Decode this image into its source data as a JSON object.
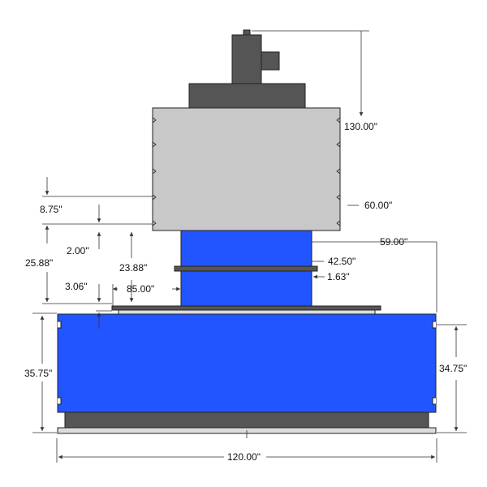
{
  "colors": {
    "background": "#ffffff",
    "blue": "#2255ff",
    "dark_gray": "#555555",
    "mid_gray": "#777777",
    "light_gray": "#c8c8c8",
    "pale_gray": "#dcdcdc",
    "dimension_line": "#333333",
    "text": "#111111"
  },
  "dimensions": {
    "overall_height": "130.00\"",
    "upper_box_height": "60.00\"",
    "left_offset_top": "8.75\"",
    "left_step": "2.00\"",
    "left_column_height": "25.88\"",
    "inner_column_height": "23.88\"",
    "plate_thickness": "3.06\"",
    "base_top_width": "85.00\"",
    "column_width": "42.50\"",
    "column_offset": "1.63\"",
    "right_span": "59.00\"",
    "base_height_left": "35.75\"",
    "base_height_right": "34.75\"",
    "overall_width": "120.00\""
  }
}
